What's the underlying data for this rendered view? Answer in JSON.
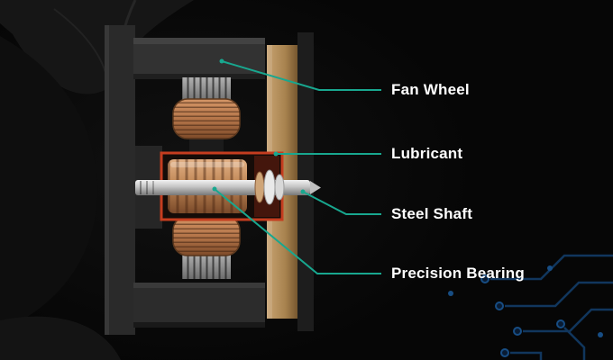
{
  "scene": {
    "background_color": "#060606",
    "accent_color": "#18A78F",
    "label_color": "#FFFFFF"
  },
  "callouts": [
    {
      "id": "fan-wheel",
      "label": "Fan Wheel"
    },
    {
      "id": "lubricant",
      "label": "Lubricant"
    },
    {
      "id": "steel-shaft",
      "label": "Steel Shaft"
    },
    {
      "id": "precision-bearing",
      "label": "Precision Bearing"
    }
  ],
  "illustration": {
    "name": "axial-fan-cross-section",
    "parts": [
      "fan-blades",
      "fan-frame",
      "fan-wheel-hub",
      "fan-wheel-rim",
      "stator-top",
      "stator-bottom",
      "bearing-housing",
      "sleeve-bearing",
      "steel-shaft-part",
      "circuit-traces"
    ],
    "colors": {
      "housing": "#2E2E2E",
      "copper_coil": "#B5764A",
      "bearing_outline": "#C53D1F",
      "shaft_silver": "#C4C4C4",
      "hub_tan": "#B8935C",
      "circuit_blue": "#133F6D"
    }
  }
}
